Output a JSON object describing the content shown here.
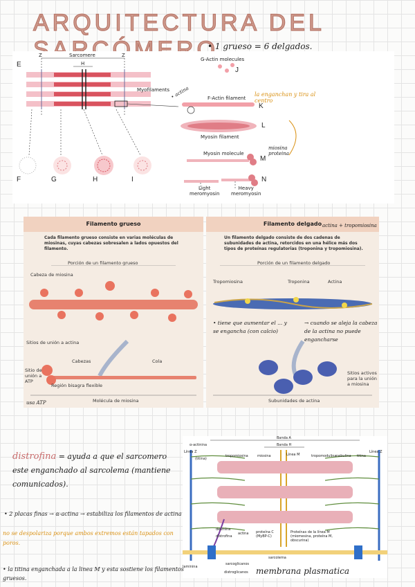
{
  "title": "ARQUITECTURA DEL SARCÓMERO",
  "notes": {
    "ratio": "• 1 grueso = 6 delgados.",
    "actin_note": "• actina",
    "hooked_note": "la enganchan y tira al centro",
    "myosin_note": "miosina proteina",
    "thin_note_add": "actina + tropomiosina",
    "thin_left_note": "• tiene que aumentar el ... y se engancha (con calcio)",
    "thin_right_note": "→ cuando se aleja la cabeza de la actina no puede engancharse",
    "atp_note": "usa ATP",
    "distrofina_title": "distrofina",
    "distrofina_text": "= ayuda a que el sarcomero este enganchado al sarcolema (mantiene comunicados).",
    "filaments_note": "• 2 placas finas → α-actina → estabiliza los filamentos de actina",
    "yellow_note": "no se despolariza porque ambos extremos están tapados con poros.",
    "titina_note": "• la titina enganchada a la linea M y esta sostiene los filamentos gruesos.",
    "membrane_note": "membrana plasmatica"
  },
  "fig1": {
    "sarcomere": "Sarcomere",
    "z": "Z",
    "h": "H",
    "e": "E",
    "myofilaments": "Myofilaments",
    "f": "F",
    "g": "G",
    "hh": "H",
    "i": "I",
    "gactin": "G-Actin molecules",
    "j": "J",
    "factin": "F-Actin filament",
    "k": "K",
    "l": "L",
    "myosin_filament": "Myosin filament",
    "myosin_molecule": "Myosin molecule",
    "m": "M",
    "n": "N",
    "light": "Light\nmeromyosin",
    "heavy": "Heavy\nmeromyosin"
  },
  "panel_thick": {
    "header": "Filamento grueso",
    "desc": "Cada filamento grueso consiste en varias moléculas de miosinas, cuyas cabezas sobresalen a lados opuestos del filamento.",
    "portion": "Porción de un filamento grueso",
    "head": "Cabeza de miosina",
    "actin_sites": "Sitios de unión a actina",
    "heads": "Cabezas",
    "tail": "Cola",
    "atp_site": "Sitio de unión a ATP",
    "hinge": "Región bisagra flexible",
    "molecule": "Molécula de miosina"
  },
  "panel_thin": {
    "header": "Filamento delgado",
    "desc": "Un filamento delgado consiste de dos cadenas de subunidades de actina, retorcidos en una hélice más dos tipos de proteínas regulatorias (troponina y tropomiosina).",
    "portion": "Porción de un filamento delgado",
    "tropomiosina": "Tropomiosina",
    "troponina": "Troponina",
    "actina": "Actina",
    "active_sites": "Sitios activos para la unión a miosina",
    "subunits": "Subunidades de actina"
  },
  "fig3": {
    "band_a": "Banda A",
    "band_h": "Banda H",
    "linea_z_left": "Línea Z",
    "linea_z_right": "Línea Z",
    "alpha_actinin": "α-actinina",
    "linea_m": "Línea M",
    "titina": "(titina)",
    "tropomiosina": "tropomiosina",
    "miosina": "miosina",
    "tropomodulina": "tropomodulina",
    "nebulina": "nebulina",
    "titina_right": "titina",
    "desmina": "desmina",
    "distrofina": "distrofina",
    "actina": "actina",
    "proteina_c": "proteína C (MyBP-C)",
    "linea_m_prot": "Proteínas de la línea M (miomesina, proteína M, obscurina)",
    "sarcolema": "sarcolema",
    "sarcoglicanos": "sarcoglicanos",
    "laminina": "laminina",
    "distroglicanos": "distroglicanos"
  }
}
